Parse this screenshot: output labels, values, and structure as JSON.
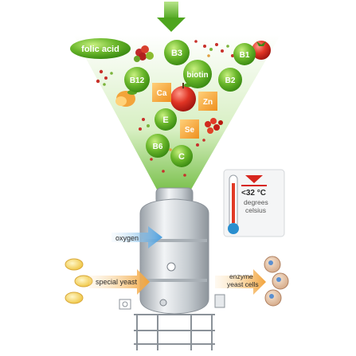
{
  "nutrients": {
    "folic_acid": "folic acid",
    "b3": "B3",
    "b1": "B1",
    "b12": "B12",
    "biotin": "biotin",
    "b2": "B2",
    "ca": "Ca",
    "zn": "Zn",
    "e": "E",
    "se": "Se",
    "b6": "B6",
    "c": "C"
  },
  "thermometer": {
    "temperature": "<32 °C",
    "unit_line1": "degrees",
    "unit_line2": "celsius"
  },
  "inputs": {
    "oxygen": "oxygen",
    "special_yeast": "special yeast"
  },
  "output": {
    "line1": "enzyme",
    "line2": "yeast cells"
  },
  "colors": {
    "green_dark": "#4a9e1c",
    "green_light": "#9fd85a",
    "orange": "#f2a33a",
    "red": "#d7261e",
    "blue_arrow": "#5aa8e0",
    "steel": "#c9ced3"
  }
}
